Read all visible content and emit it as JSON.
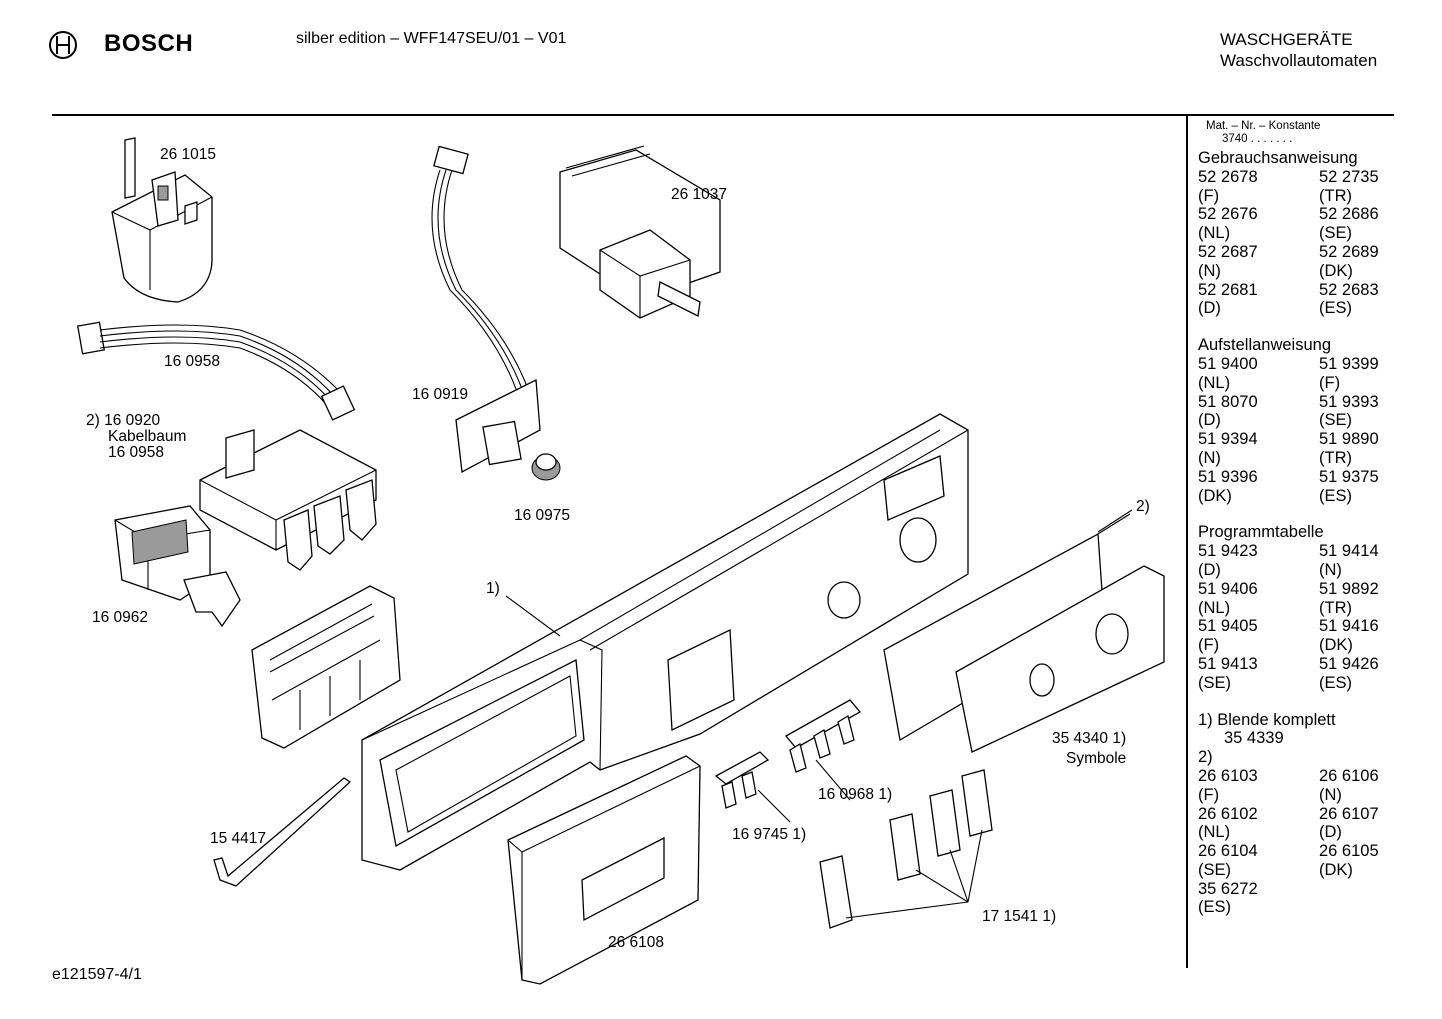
{
  "header": {
    "brand": "BOSCH",
    "model": "silber edition – WFF147SEU/01 – V01",
    "category": "WASCHGERÄTE",
    "subcategory": "Waschvollautomaten"
  },
  "footer": {
    "ref": "e121597-4/1"
  },
  "parts": {
    "p1": "26 1015",
    "p2": "16 0958",
    "p3a": "2) 16 0920",
    "p3b": "Kabelbaum",
    "p3c": "16 0958",
    "p4": "16 0962",
    "p5": "16 0919",
    "p6": "26 1037",
    "p7": "16 0975",
    "p8": "1)",
    "p9": "2)",
    "p10": "15 4417",
    "p11": "26 6108",
    "p12": "16 9745 1)",
    "p13": "16 0968 1)",
    "p14a": "35 4340 1)",
    "p14b": "Symbole",
    "p15": "17 1541 1)"
  },
  "sidebar": {
    "mat_label": "Mat. – Nr. – Konstante",
    "mat_value": "3740 . .  . . . . .",
    "gebrauch": {
      "title": "Gebrauchsanweisung",
      "rows": [
        [
          "52 2678",
          "52 2735"
        ],
        [
          "(F)",
          "(TR)"
        ],
        [
          "52 2676",
          "52 2686"
        ],
        [
          "(NL)",
          "(SE)"
        ],
        [
          "52 2687",
          "52 2689"
        ],
        [
          "(N)",
          "(DK)"
        ],
        [
          "52 2681",
          "52 2683"
        ],
        [
          "(D)",
          "(ES)"
        ]
      ]
    },
    "aufstell": {
      "title": "Aufstellanweisung",
      "rows": [
        [
          "51 9400",
          "51 9399"
        ],
        [
          "(NL)",
          "(F)"
        ],
        [
          "51 8070",
          "51 9393"
        ],
        [
          "(D)",
          "(SE)"
        ],
        [
          "51 9394",
          "51 9890"
        ],
        [
          "(N)",
          "(TR)"
        ],
        [
          "51 9396",
          "51 9375"
        ],
        [
          "(DK)",
          "(ES)"
        ]
      ]
    },
    "programm": {
      "title": "Programmtabelle",
      "rows": [
        [
          "51 9423",
          "51 9414"
        ],
        [
          "(D)",
          "(N)"
        ],
        [
          "51 9406",
          "51 9892"
        ],
        [
          "(NL)",
          "(TR)"
        ],
        [
          "51 9405",
          "51 9416"
        ],
        [
          "(F)",
          "(DK)"
        ],
        [
          "51 9413",
          "51 9426"
        ],
        [
          "(SE)",
          "(ES)"
        ]
      ]
    },
    "note1_title": "1) Blende komplett",
    "note1_value": "35 4339",
    "note2_title": "2)",
    "note2": {
      "rows": [
        [
          "26 6103",
          "26 6106"
        ],
        [
          "(F)",
          "(N)"
        ],
        [
          "26 6102",
          "26 6107"
        ],
        [
          "(NL)",
          "(D)"
        ],
        [
          "26 6104",
          "26 6105"
        ],
        [
          "(SE)",
          "(DK)"
        ],
        [
          "35 6272",
          ""
        ],
        [
          "(ES)",
          ""
        ]
      ]
    }
  }
}
